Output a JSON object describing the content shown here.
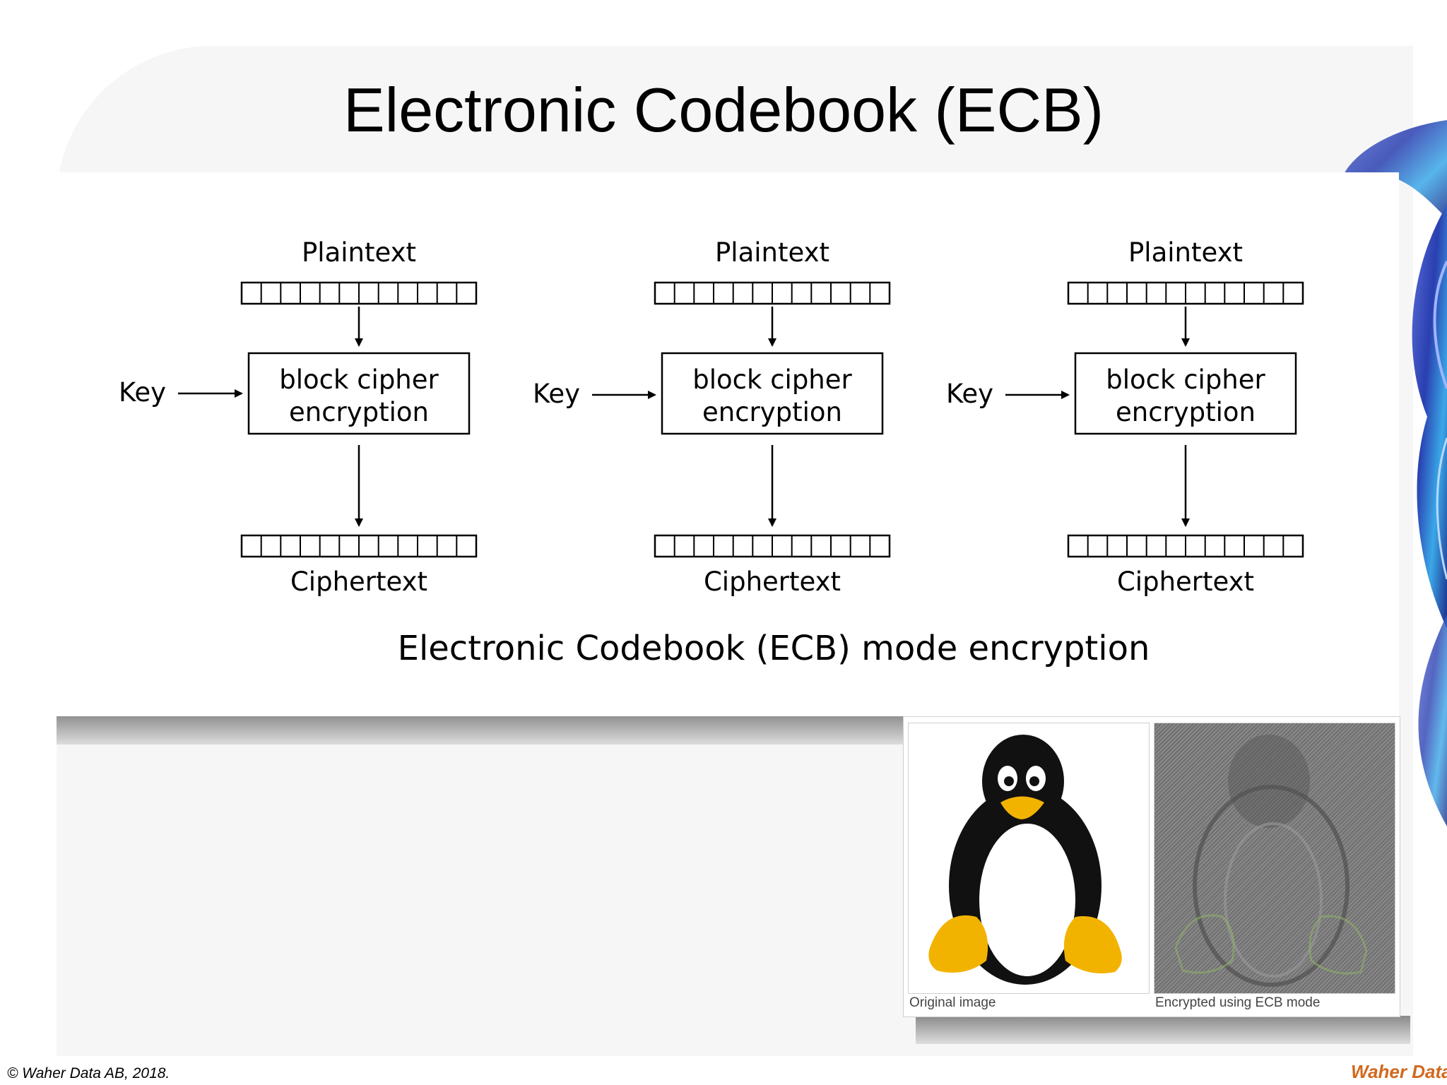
{
  "slide": {
    "title": "Electronic Codebook (ECB)",
    "footer": "© Waher Data AB, 2018.",
    "logo_text": "Waher Data"
  },
  "diagram": {
    "caption": "Electronic Codebook (ECB) mode encryption",
    "columns": [
      {
        "plaintext_label": "Plaintext",
        "key_label": "Key",
        "cipher_line1": "block cipher",
        "cipher_line2": "encryption",
        "ciphertext_label": "Ciphertext"
      },
      {
        "plaintext_label": "Plaintext",
        "key_label": "Key",
        "cipher_line1": "block cipher",
        "cipher_line2": "encryption",
        "ciphertext_label": "Ciphertext"
      },
      {
        "plaintext_label": "Plaintext",
        "key_label": "Key",
        "cipher_line1": "block cipher",
        "cipher_line2": "encryption",
        "ciphertext_label": "Ciphertext"
      }
    ]
  },
  "example_images": {
    "original_caption": "Original image",
    "encrypted_caption": "Encrypted using ECB mode"
  },
  "colors": {
    "penguin_body": "#111111",
    "penguin_belly": "#ffffff",
    "penguin_feet": "#f2b300",
    "logo": "#d2691e"
  }
}
